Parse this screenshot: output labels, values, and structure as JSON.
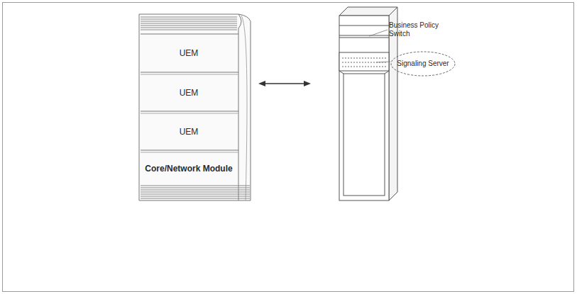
{
  "diagram": {
    "nodes": [
      {
        "text": [
          "UEM"
        ]
      },
      {
        "text": [
          "UEM"
        ]
      },
      {
        "text": [
          "UEM"
        ]
      },
      {
        "text": [
          "Core/Network Module"
        ]
      },
      {
        "text": [
          "Signaling Server"
        ]
      }
    ],
    "labels": [
      "Business Policy Switch"
    ]
  }
}
